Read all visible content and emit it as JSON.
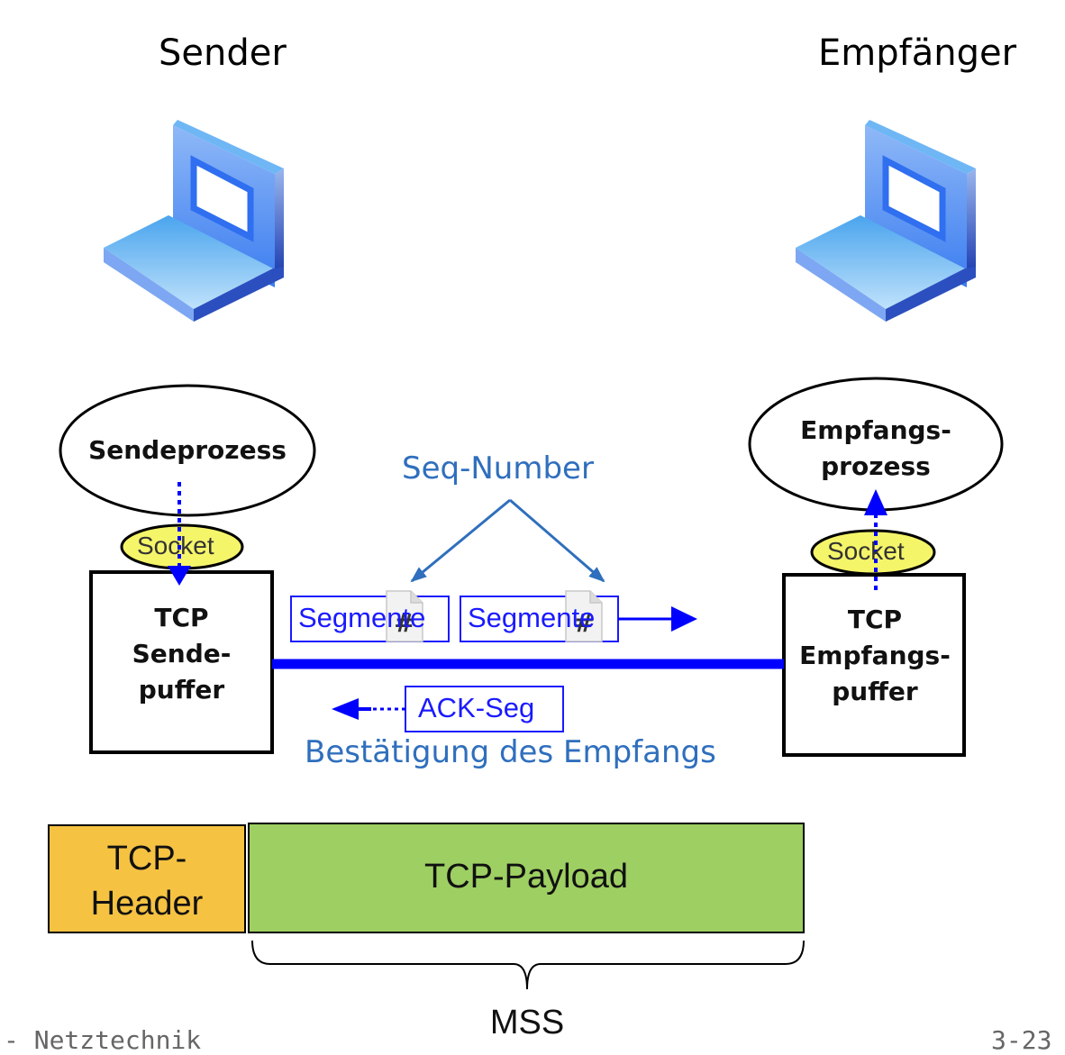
{
  "sender": {
    "title": "Sender",
    "icon": "laptop-icon",
    "process_label": "Sendeprozess",
    "socket_label": "Socket",
    "buffer_lines": [
      "TCP",
      "Sende-",
      "puffer"
    ]
  },
  "receiver": {
    "title": "Empfänger",
    "icon": "laptop-icon",
    "process_lines": [
      "Empfangs-",
      "prozess"
    ],
    "socket_label": "Socket",
    "buffer_lines": [
      "TCP",
      "Empfangs-",
      "puffer"
    ]
  },
  "segments": [
    {
      "label": "Segmente",
      "badge": "#"
    },
    {
      "label": "Segmente",
      "badge": "#"
    }
  ],
  "seq_annotation": "Seq-Number",
  "ack": {
    "label": "ACK-Seg",
    "annotation": "Bestätigung des Empfangs"
  },
  "packet": {
    "header_lines": [
      "TCP-",
      "Header"
    ],
    "payload_label": "TCP-Payload",
    "brace_label": "MSS"
  },
  "colors": {
    "link": "#0000ff",
    "annotation": "#2f6fbd",
    "socket": "#f5f56a",
    "header": "#f5c242",
    "payload": "#9ecf62"
  },
  "footer": {
    "left": "- Netztechnik",
    "right": "3-23"
  }
}
